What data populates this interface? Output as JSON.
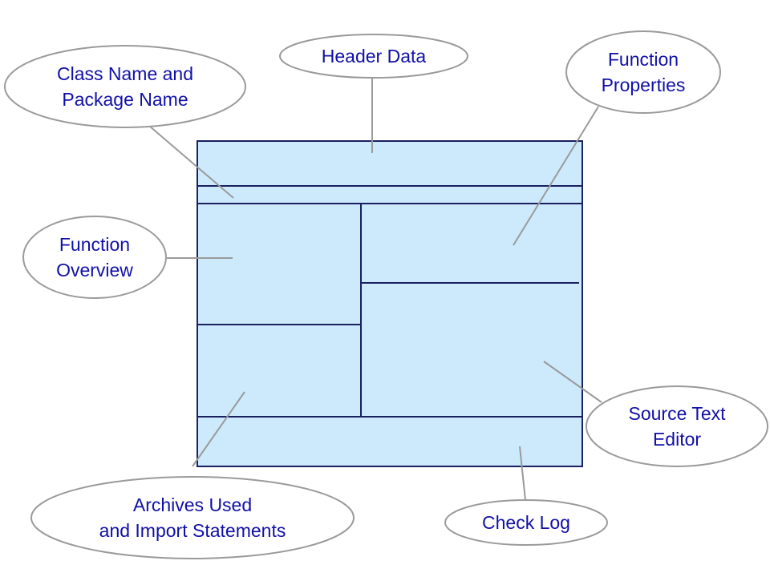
{
  "colors": {
    "panel_fill": "#cdeafd",
    "panel_border": "#1a1f5e",
    "bubble_border": "#9a9a9a",
    "leader_line": "#9a9a9a",
    "label_text": "#1010a8"
  },
  "callouts": {
    "header_data": "Header Data",
    "class_package_name": "Class Name and\nPackage Name",
    "function_properties": "Function\nProperties",
    "function_overview": "Function\nOverview",
    "source_text_editor": "Source Text\nEditor",
    "archives_imports": "Archives Used\nand Import Statements",
    "check_log": "Check Log"
  }
}
